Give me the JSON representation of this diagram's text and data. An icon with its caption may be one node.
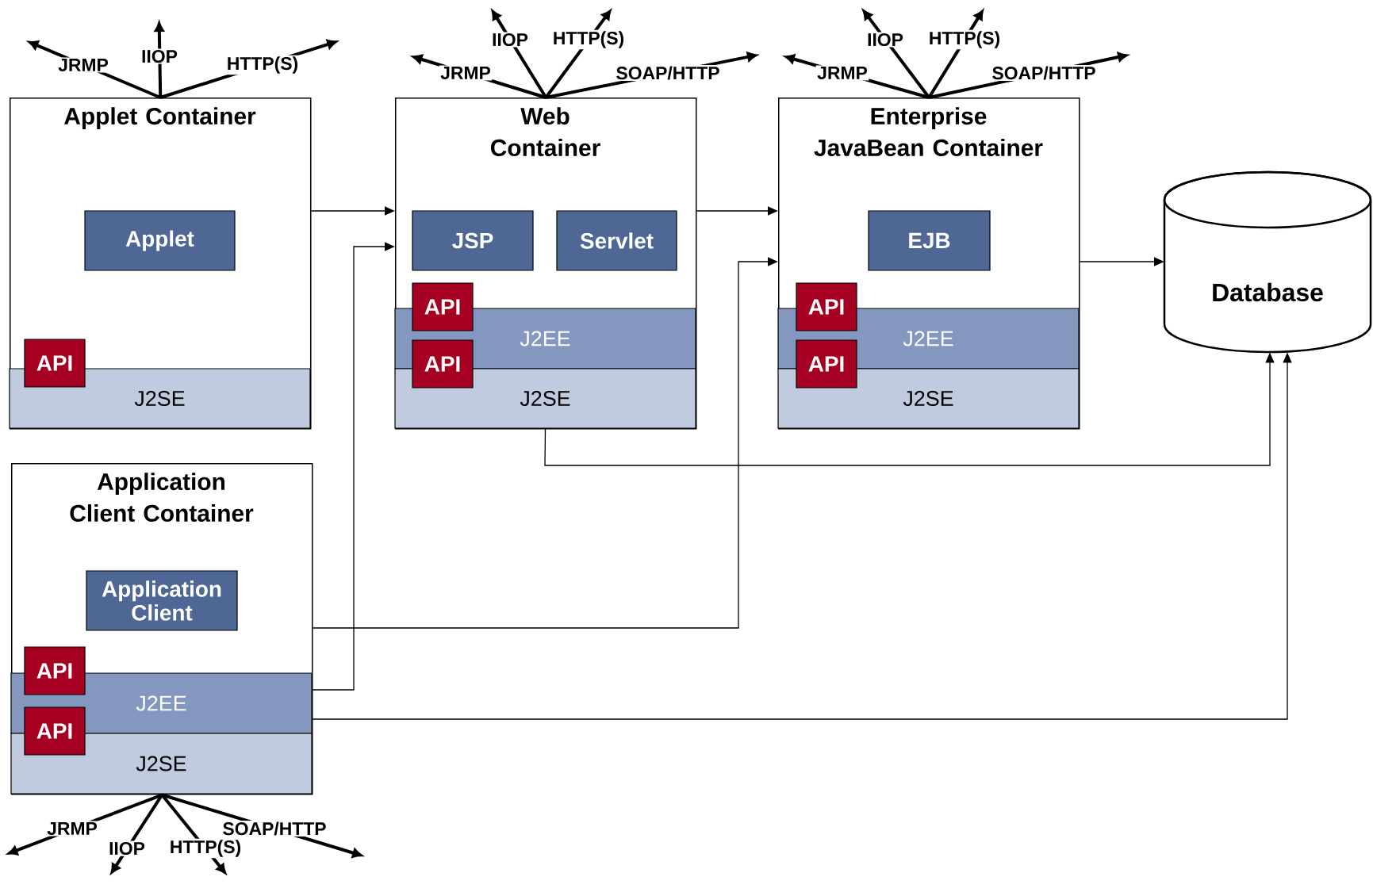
{
  "diagram": {
    "nodes": [
      {
        "text": [
          "Applet Container"
        ]
      },
      {
        "text": [
          "Applet"
        ],
        "in": 0
      },
      {
        "text": [
          "API"
        ],
        "in": 0
      },
      {
        "text": [
          "J2SE"
        ],
        "in": 0
      },
      {
        "text": [
          "Web Container"
        ]
      },
      {
        "text": [
          "JSP"
        ],
        "in": 4
      },
      {
        "text": [
          "Servlet"
        ],
        "in": 4
      },
      {
        "text": [
          "API"
        ],
        "in": 4
      },
      {
        "text": [
          "J2EE"
        ],
        "in": 4
      },
      {
        "text": [
          "API"
        ],
        "in": 4
      },
      {
        "text": [
          "J2SE"
        ],
        "in": 4
      },
      {
        "text": [
          "Enterprise JavaBean Container"
        ]
      },
      {
        "text": [
          "EJB"
        ],
        "in": 11
      },
      {
        "text": [
          "API"
        ],
        "in": 11
      },
      {
        "text": [
          "J2EE"
        ],
        "in": 11
      },
      {
        "text": [
          "API"
        ],
        "in": 11
      },
      {
        "text": [
          "J2SE"
        ],
        "in": 11
      },
      {
        "text": [
          "Database"
        ]
      },
      {
        "text": [
          "Application Client Container"
        ]
      },
      {
        "text": [
          "Application Client"
        ],
        "in": 18
      },
      {
        "text": [
          "API"
        ],
        "in": 18
      },
      {
        "text": [
          "J2EE"
        ],
        "in": 18
      },
      {
        "text": [
          "API"
        ],
        "in": 18
      },
      {
        "text": [
          "J2SE"
        ],
        "in": 18
      }
    ],
    "edges": [
      {
        "from": 0,
        "to": 4,
        "arrow": "to"
      },
      {
        "from": 21,
        "to": 4,
        "arrow": "to"
      },
      {
        "from": 18,
        "to": 11,
        "arrow": "to"
      },
      {
        "from": 4,
        "to": 11,
        "arrow": "to"
      },
      {
        "from": 11,
        "to": 17,
        "arrow": "to"
      },
      {
        "from": 10,
        "to": 17,
        "arrow": "to"
      },
      {
        "from": 21,
        "to": 17,
        "arrow": "to"
      },
      {
        "from": 0,
        "to": null,
        "arrow": "to",
        "label": "JRMP"
      },
      {
        "from": 0,
        "to": null,
        "arrow": "to",
        "label": "IIOP"
      },
      {
        "from": 0,
        "to": null,
        "arrow": "to",
        "label": "HTTP(S)"
      },
      {
        "from": 4,
        "to": null,
        "arrow": "to",
        "label": "JRMP"
      },
      {
        "from": 4,
        "to": null,
        "arrow": "to",
        "label": "IIOP"
      },
      {
        "from": 4,
        "to": null,
        "arrow": "to",
        "label": "HTTP(S)"
      },
      {
        "from": 4,
        "to": null,
        "arrow": "to",
        "label": "SOAP/HTTP"
      },
      {
        "from": 11,
        "to": null,
        "arrow": "to",
        "label": "JRMP"
      },
      {
        "from": 11,
        "to": null,
        "arrow": "to",
        "label": "IIOP"
      },
      {
        "from": 11,
        "to": null,
        "arrow": "to",
        "label": "HTTP(S)"
      },
      {
        "from": 11,
        "to": null,
        "arrow": "to",
        "label": "SOAP/HTTP"
      },
      {
        "from": 18,
        "to": null,
        "arrow": "to",
        "label": "JRMP"
      },
      {
        "from": 18,
        "to": null,
        "arrow": "to",
        "label": "IIOP"
      },
      {
        "from": 18,
        "to": null,
        "arrow": "to",
        "label": "HTTP(S)"
      },
      {
        "from": 18,
        "to": null,
        "arrow": "to",
        "label": "SOAP/HTTP"
      }
    ]
  }
}
